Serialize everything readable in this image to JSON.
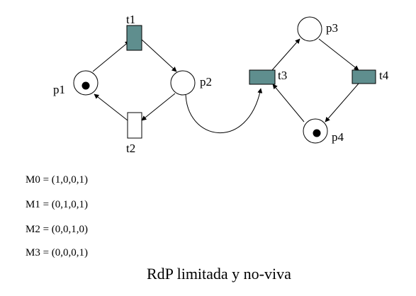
{
  "diagram": {
    "places": [
      {
        "id": "p1",
        "label": "p1",
        "tokens": 1
      },
      {
        "id": "p2",
        "label": "p2",
        "tokens": 0
      },
      {
        "id": "p3",
        "label": "p3",
        "tokens": 0
      },
      {
        "id": "p4",
        "label": "p4",
        "tokens": 1
      }
    ],
    "transitions": [
      {
        "id": "t1",
        "label": "t1",
        "fill": "#5f8e8e"
      },
      {
        "id": "t2",
        "label": "t2",
        "fill": "#ffffff"
      },
      {
        "id": "t3",
        "label": "t3",
        "fill": "#5f8e8e"
      },
      {
        "id": "t4",
        "label": "t4",
        "fill": "#5f8e8e"
      }
    ],
    "arcs": [
      {
        "from": "p1",
        "to": "t1"
      },
      {
        "from": "t1",
        "to": "p2"
      },
      {
        "from": "p2",
        "to": "t2"
      },
      {
        "from": "t2",
        "to": "p1"
      },
      {
        "from": "p2",
        "to": "t3"
      },
      {
        "from": "t3",
        "to": "p3"
      },
      {
        "from": "p3",
        "to": "t4"
      },
      {
        "from": "t4",
        "to": "p4"
      },
      {
        "from": "p4",
        "to": "t3"
      }
    ]
  },
  "markings": [
    "M0 = (1,0,0,1)",
    "M1 = (0,1,0,1)",
    "M2 = (0,0,1,0)",
    "M3 = (0,0,0,1)"
  ],
  "caption": "RdP limitada y no-viva"
}
